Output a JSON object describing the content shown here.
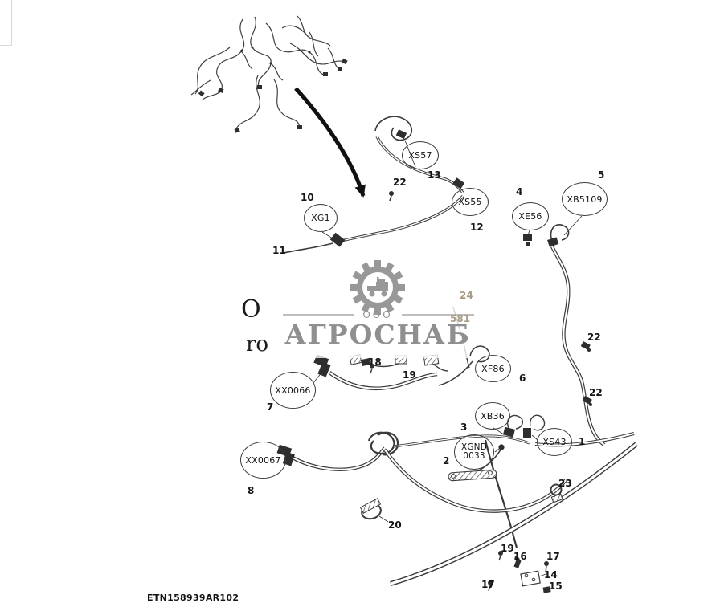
{
  "page": {
    "footer_code": "ETN158939AR102"
  },
  "watermark": {
    "org_type": "ООО",
    "org_name": "АГРОСНАБ"
  },
  "obscured_text": {
    "fragment_1": "O",
    "fragment_2": "ro"
  },
  "callouts": [
    {
      "label": "XG1",
      "number": "10"
    },
    {
      "label": "XS57",
      "number": "13"
    },
    {
      "label": "XS55",
      "number": "12"
    },
    {
      "label": "XE56",
      "number": "4"
    },
    {
      "label": "XB5109",
      "number": "5"
    },
    {
      "label": "XF86",
      "number": "6"
    },
    {
      "label": "XB36",
      "number": "3"
    },
    {
      "label_line1": "XGND",
      "label_line2": "0033",
      "number": "2"
    },
    {
      "label": "XS43",
      "number": "1"
    },
    {
      "label": "XX0066",
      "number": "7"
    },
    {
      "label": "XX0067",
      "number": "8"
    }
  ],
  "item_numbers": [
    "11",
    "22",
    "22",
    "22",
    "24",
    "581",
    "18",
    "19",
    "23",
    "20",
    "19",
    "16",
    "17",
    "17",
    "14",
    "15"
  ]
}
